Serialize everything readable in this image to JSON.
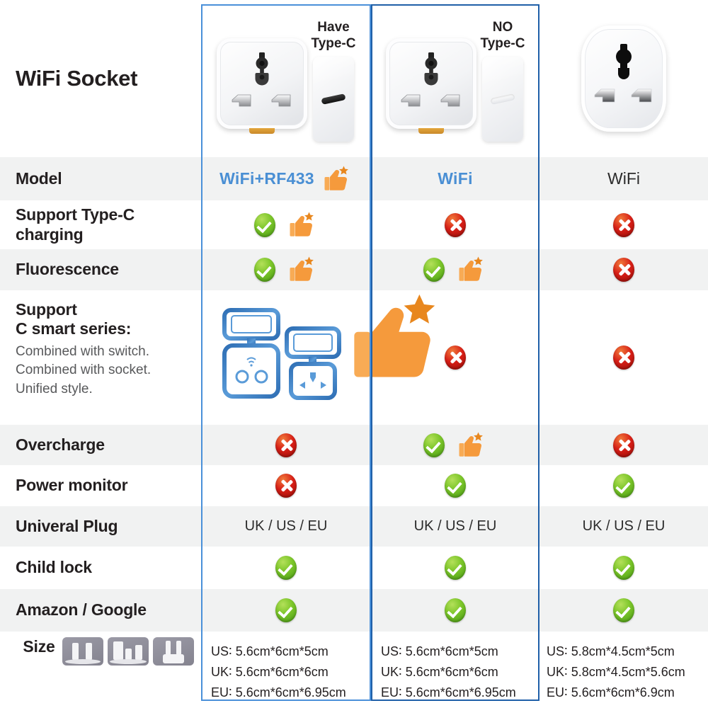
{
  "title": "WiFi Socket",
  "colors": {
    "accent_blue": "#4a8fd4",
    "frame_blue_light": "#4a90d9",
    "frame_blue_dark": "#1f5fa8",
    "row_shade": "#f1f2f2",
    "check_green": "#7ec72b",
    "cross_red": "#d81f17",
    "thumb_orange": "#f59a3c",
    "star_orange": "#e8871e",
    "text_dark": "#231f20",
    "text_sub": "#58595b"
  },
  "header": {
    "col1_note": "Have\nType-C",
    "col1_note_line1": "Have",
    "col1_note_line2": "Type-C",
    "col2_note_line1": "NO",
    "col2_note_line2": "Type-C",
    "col1_product": "square-wifi-socket-with-type-c",
    "col2_product": "square-wifi-socket-no-type-c",
    "col3_product": "rounded-wifi-socket"
  },
  "rows": [
    {
      "label": "Model",
      "shaded": true,
      "col1": {
        "kind": "text-thumb",
        "text": "WiFi+RF433"
      },
      "col2": {
        "kind": "text",
        "text": "WiFi"
      },
      "col3": {
        "kind": "text-plain",
        "text": "WiFi"
      }
    },
    {
      "label": "Support Type-C",
      "label2": "charging",
      "shaded": false,
      "col1": {
        "kind": "check-thumb"
      },
      "col2": {
        "kind": "cross"
      },
      "col3": {
        "kind": "cross"
      }
    },
    {
      "label": "Fluorescence",
      "shaded": true,
      "col1": {
        "kind": "check-thumb"
      },
      "col2": {
        "kind": "check-thumb"
      },
      "col3": {
        "kind": "cross"
      }
    },
    {
      "label": "Support",
      "label2": "C smart series:",
      "sublabels": [
        "Combined with switch.",
        "Combined with socket.",
        "Unified style."
      ],
      "shaded": false,
      "col1": {
        "kind": "smart-diagram-thumb"
      },
      "col2": {
        "kind": "cross"
      },
      "col3": {
        "kind": "cross"
      }
    },
    {
      "label": "Overcharge",
      "shaded": true,
      "col1": {
        "kind": "cross"
      },
      "col2": {
        "kind": "check-thumb"
      },
      "col3": {
        "kind": "cross"
      }
    },
    {
      "label": "Power monitor",
      "shaded": false,
      "col1": {
        "kind": "cross"
      },
      "col2": {
        "kind": "check"
      },
      "col3": {
        "kind": "check"
      }
    },
    {
      "label": "Univeral Plug",
      "shaded": true,
      "col1": {
        "kind": "text-plug",
        "text": "UK / US / EU"
      },
      "col2": {
        "kind": "text-plug",
        "text": "UK / US / EU"
      },
      "col3": {
        "kind": "text-plug",
        "text": "UK / US / EU"
      }
    },
    {
      "label": "Child lock",
      "shaded": false,
      "col1": {
        "kind": "check"
      },
      "col2": {
        "kind": "check"
      },
      "col3": {
        "kind": "check"
      }
    },
    {
      "label": "Amazon / Google",
      "shaded": true,
      "col1": {
        "kind": "check"
      },
      "col2": {
        "kind": "check"
      },
      "col3": {
        "kind": "check"
      }
    },
    {
      "label": "Size",
      "shaded": false,
      "thumbnails": [
        "us-plug-photo",
        "uk-plug-photo",
        "eu-plug-photo"
      ],
      "col1": {
        "kind": "size",
        "lines": [
          "US∶ 5.6cm*6cm*5cm",
          "UK∶ 5.6cm*6cm*6cm",
          "EU∶ 5.6cm*6cm*6.95cm"
        ]
      },
      "col2": {
        "kind": "size",
        "lines": [
          "US∶ 5.6cm*6cm*5cm",
          "UK∶ 5.6cm*6cm*6cm",
          "EU∶ 5.6cm*6cm*6.95cm"
        ]
      },
      "col3": {
        "kind": "size",
        "lines": [
          "US∶ 5.8cm*4.5cm*5cm",
          "UK∶ 5.8cm*4.5cm*5.6cm",
          "EU∶ 5.6cm*6cm*6.9cm"
        ]
      }
    }
  ]
}
